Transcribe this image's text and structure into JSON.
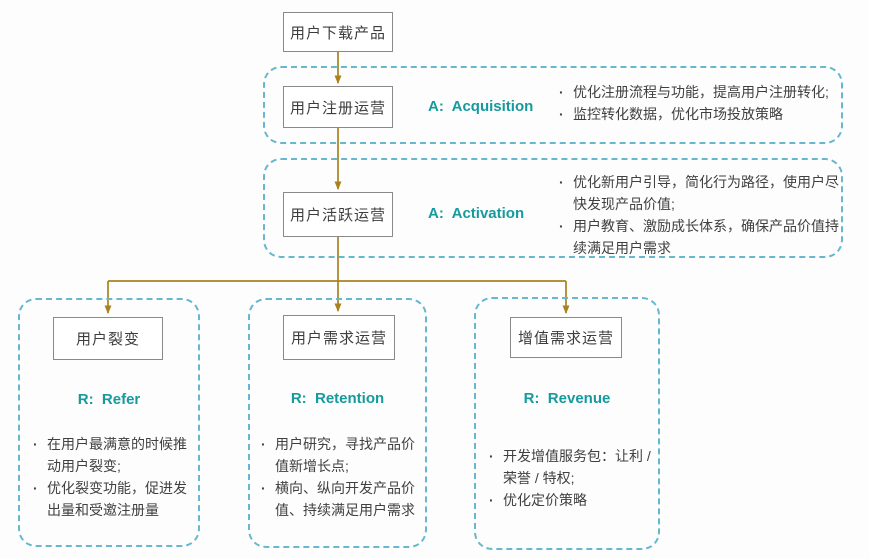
{
  "flow": {
    "top_box": "用户下载产品",
    "stages": [
      {
        "box": "用户注册运营",
        "label": "A:  Acquisition",
        "bullets": [
          "优化注册流程与功能，提高用户注册转化;",
          "监控转化数据，优化市场投放策略"
        ]
      },
      {
        "box": "用户活跃运营",
        "label": "A:  Activation",
        "bullets": [
          "优化新用户引导，简化行为路径，使用户尽快发现产品价值;",
          "用户教育、激励成长体系，确保产品价值持续满足用户需求"
        ]
      }
    ],
    "branches": [
      {
        "box": "用户裂变",
        "label": "R:  Refer",
        "bullets": [
          "在用户最满意的时候推动用户裂变;",
          "优化裂变功能，促进发出量和受邀注册量"
        ]
      },
      {
        "box": "用户需求运营",
        "label": "R:  Retention",
        "bullets": [
          "用户研究，寻找产品价值新增长点;",
          "横向、纵向开发产品价值、持续满足用户需求"
        ]
      },
      {
        "box": "增值需求运营",
        "label": "R:  Revenue",
        "bullets": [
          "开发增值服务包：让利 / 荣誉 / 特权;",
          "优化定价策略"
        ]
      }
    ]
  },
  "colors": {
    "stage_label_teal": "#169a9d",
    "dashed_border": "#67b7cd",
    "arrow_gold": "#a8821e",
    "box_border": "#8a8a8a",
    "text": "#404040",
    "background": "#fdfdfd"
  }
}
